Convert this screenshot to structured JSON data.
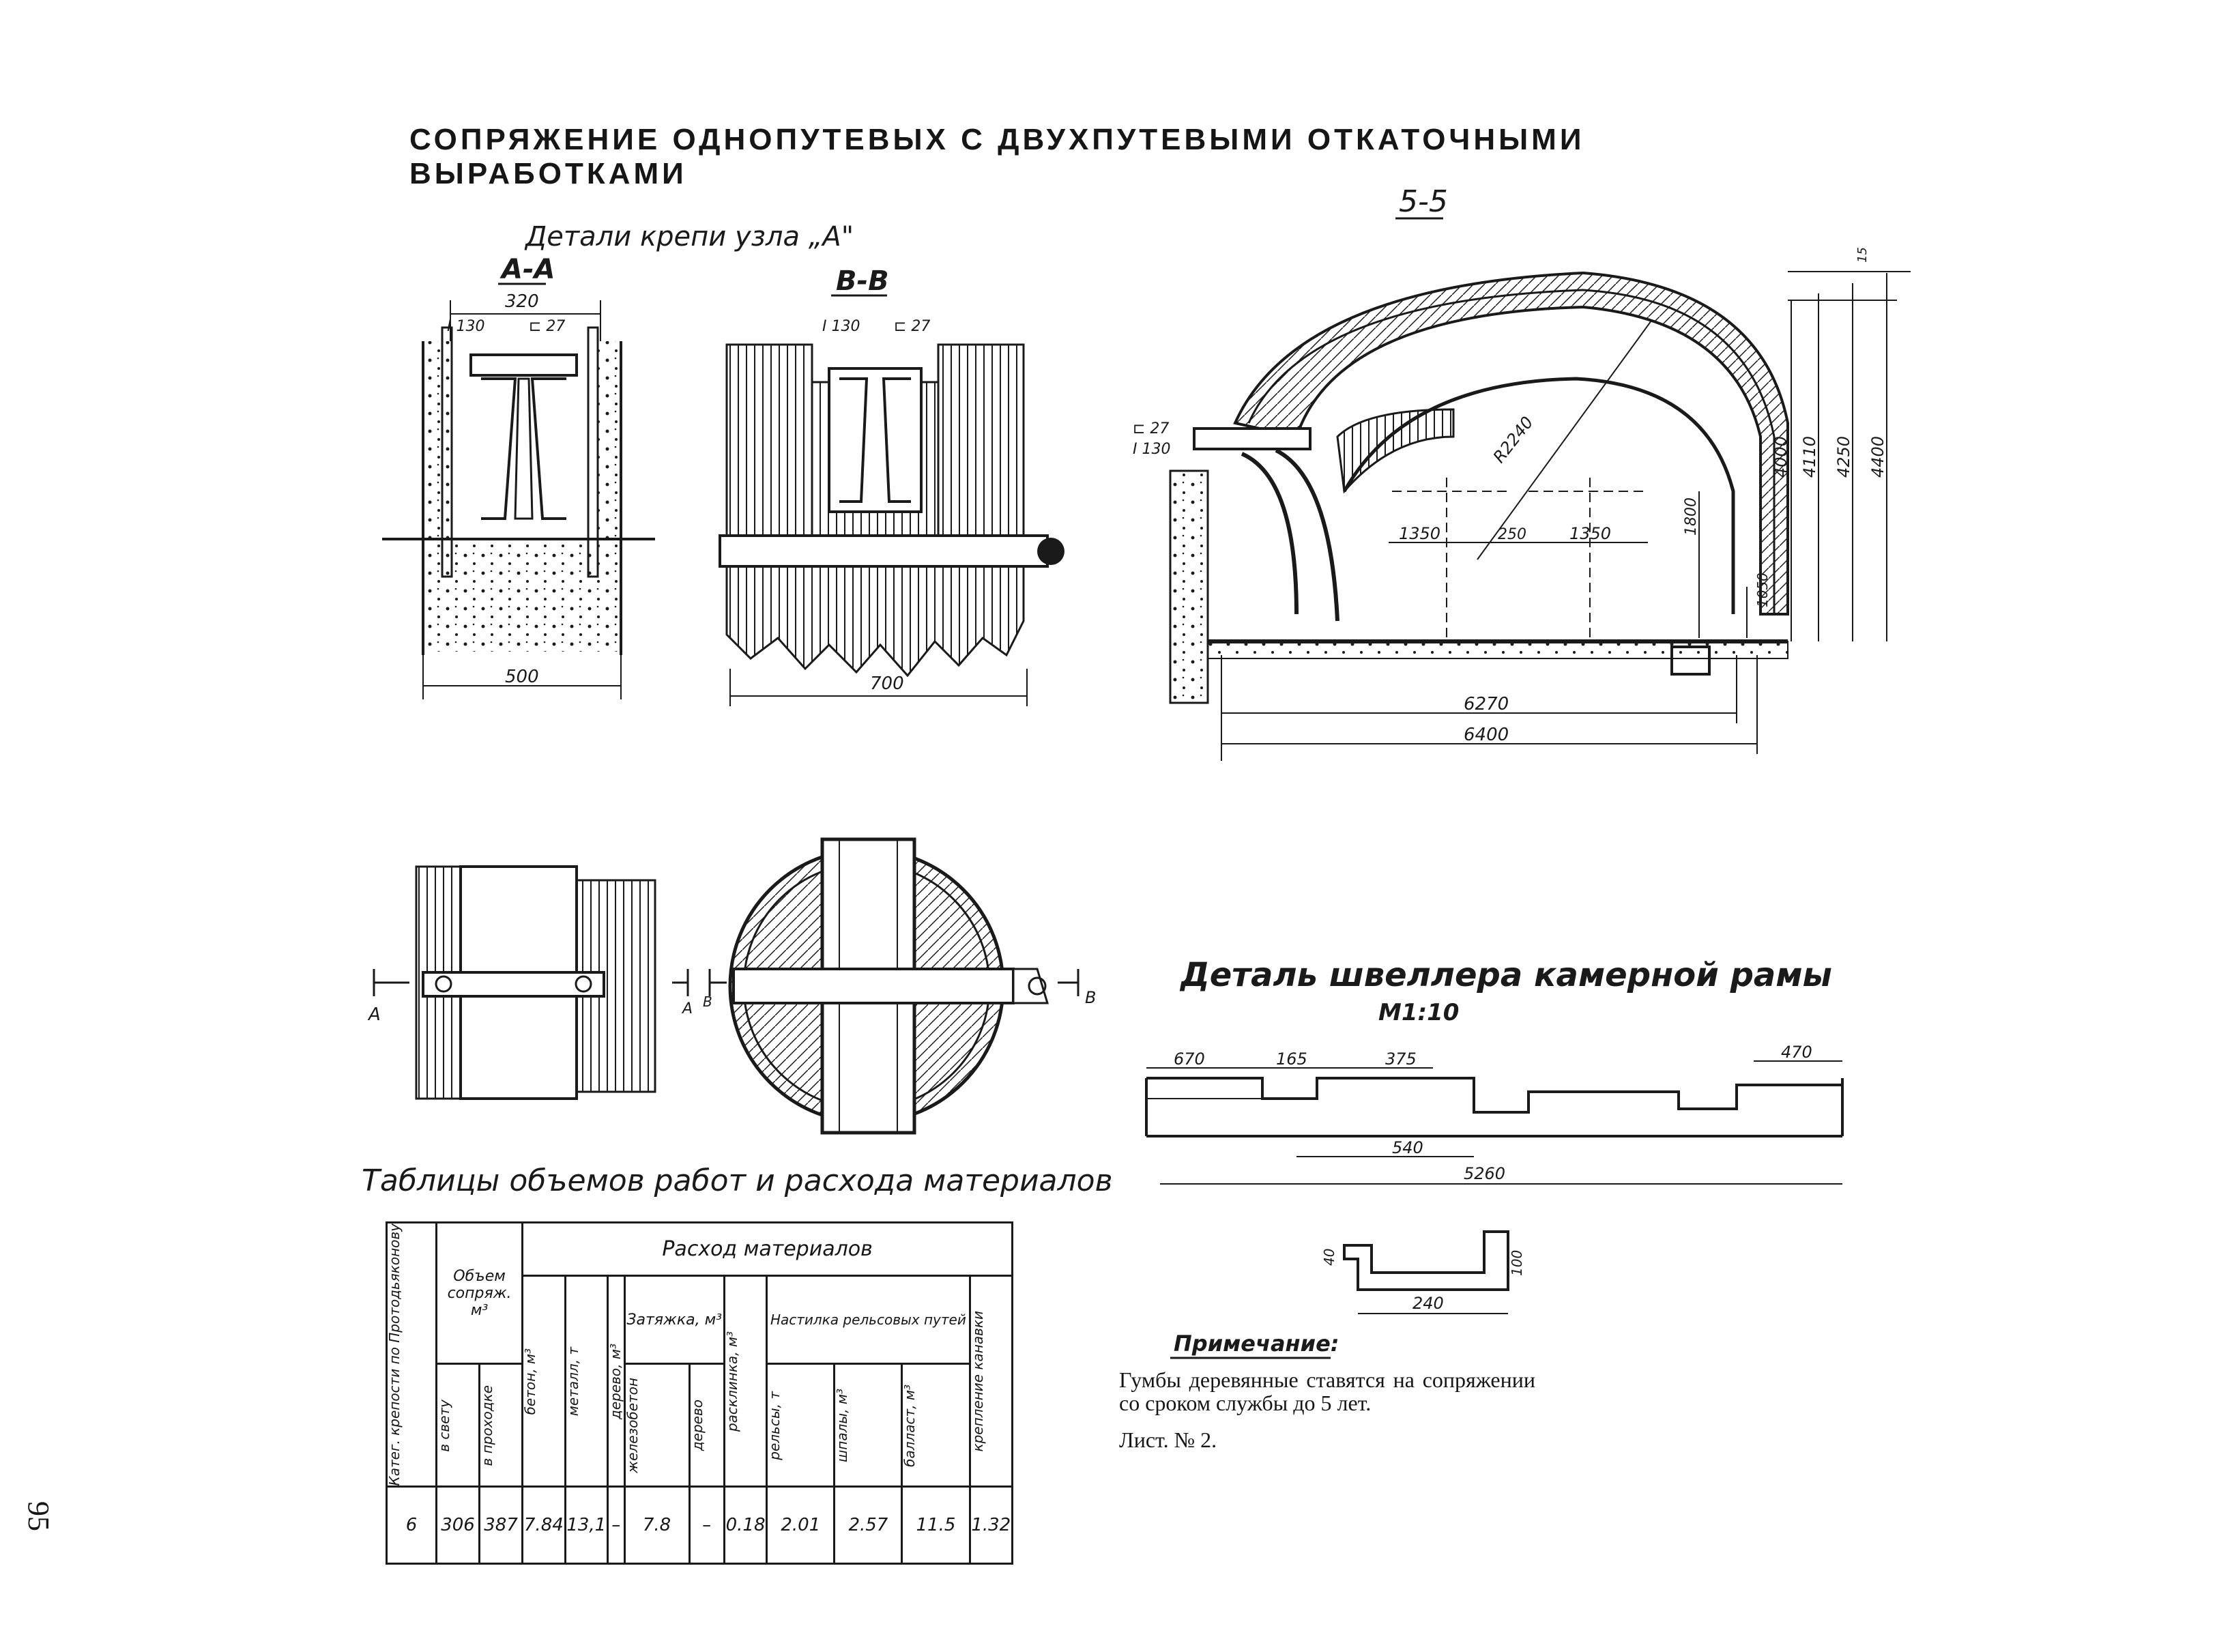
{
  "page": {
    "title": "СОПРЯЖЕНИЕ ОДНОПУТЕВЫХ С ДВУХПУТЕВЫМИ ОТКАТОЧНЫМИ  ВЫРАБОТКАМИ",
    "page_number": "95"
  },
  "details": {
    "heading": "Детали крепи узла „А\"",
    "section_aa": "А-А",
    "section_bb": "В-В",
    "section_55": "5-5",
    "cut_mark_a": "А",
    "cut_mark_b": "В"
  },
  "dims": {
    "aa_top": "320",
    "aa_i": "I 130",
    "aa_c": "⊏ 27",
    "aa_bottom": "500",
    "bb_i": "I 130",
    "bb_c": "⊏ 27",
    "bb_bottom": "700",
    "s55_c": "⊏ 27",
    "s55_i": "I 130",
    "r": "R2240",
    "w1": "1350",
    "w2": "250",
    "w3": "1350",
    "h1800": "1800",
    "h1050": "1050",
    "h4000": "4000",
    "h4110": "4110",
    "h4250": "4250",
    "h4400": "4400",
    "top15": "15",
    "b6270": "6270",
    "b6400": "6400"
  },
  "channel": {
    "title": "Деталь швеллера камерной рамы",
    "scale": "М1:10",
    "d670": "670",
    "d165": "165",
    "d375": "375",
    "d470": "470",
    "d540": "540",
    "d5260": "5260",
    "p40": "40",
    "p100": "100",
    "p240": "240"
  },
  "table": {
    "caption": "Таблицы объемов работ и расхода материалов",
    "h_category": "Катег. крепости по Протодьяконову",
    "h_volume": "Объем сопряж. м³",
    "h_materials": "Расход материалов",
    "h_clear": "в свету",
    "h_excav": "в проходке",
    "h_concrete": "бетон, м³",
    "h_metal": "металл, т",
    "h_wood": "дерево, м³",
    "h_tie": "Затяжка, м³",
    "h_tie_rc": "железобетон",
    "h_tie_wood": "дерево",
    "h_strut": "расклинка, м³",
    "h_track": "Настилка рельсовых путей",
    "h_rails": "рельсы, т",
    "h_sleepers": "шпалы, м³",
    "h_ballast": "балласт, м³",
    "h_ditch": "крепление канавки",
    "row": [
      "6",
      "306",
      "387",
      "7.84",
      "13,1",
      "–",
      "7.8",
      "–",
      "0.18",
      "2.01",
      "2.57",
      "11.5",
      "1.32"
    ]
  },
  "note": {
    "heading": "Примечание:",
    "text": "Гумбы деревянные ставятся на сопряжении со сроком службы до 5 лет.",
    "sheet": "Лист. № 2."
  }
}
